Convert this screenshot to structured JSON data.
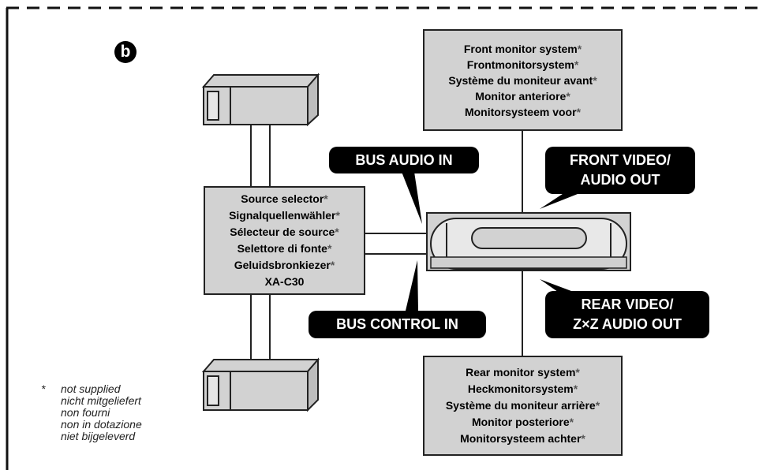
{
  "figure_label": "b",
  "front_monitor": {
    "lines": [
      "Front monitor system",
      "Frontmonitorsystem",
      "Système du moniteur avant",
      "Monitor anteriore",
      "Monitorsysteem voor"
    ],
    "marker": "*"
  },
  "source_selector": {
    "lines": [
      "Source selector",
      "Signalquellenwähler",
      "Sélecteur de source",
      "Selettore di fonte",
      "Geluidsbronkiezer"
    ],
    "model": "XA-C30",
    "marker": "*"
  },
  "rear_monitor": {
    "lines": [
      "Rear monitor system",
      "Heckmonitorsystem",
      "Système du moniteur arrière",
      "Monitor posteriore",
      "Monitorsysteem achter"
    ],
    "marker": "*"
  },
  "callouts": {
    "bus_audio_in": "BUS AUDIO IN",
    "bus_control_in": "BUS CONTROL IN",
    "front_out_1": "FRONT VIDEO/",
    "front_out_2": "AUDIO OUT",
    "rear_out_1": "REAR VIDEO/",
    "rear_out_2": "Z×Z AUDIO OUT"
  },
  "footnote": {
    "marker": "*",
    "lines": [
      "not supplied",
      "nicht mitgeliefert",
      "non fourni",
      "non in dotazione",
      "niet bijgeleverd"
    ]
  },
  "colors": {
    "box_fill": "#d2d2d2",
    "callout": "#000000",
    "line": "#222222"
  }
}
